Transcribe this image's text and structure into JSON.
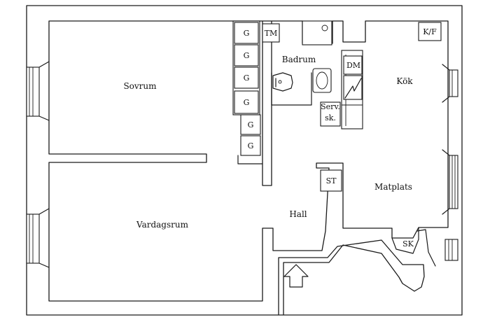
{
  "rooms": {
    "sovrum": "Sovrum",
    "vardagsrum": "Vardagsrum",
    "badrum": "Badrum",
    "kok": "Kök",
    "matplats": "Matplats",
    "hall": "Hall"
  },
  "fixtures": {
    "wardrobe": "G",
    "tm": "TM",
    "dm": "DM",
    "kf": "K/F",
    "st": "ST",
    "sk": "SK",
    "serv_line1": "Serv.",
    "serv_line2": "sk."
  },
  "entrance": "arrow-up-icon"
}
